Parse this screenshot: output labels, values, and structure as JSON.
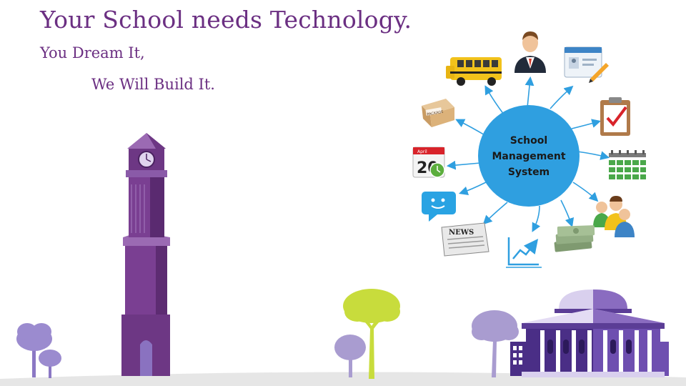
{
  "heading": {
    "title": "Your School needs Technology.",
    "line1": "You Dream It,",
    "line2": "We Will Build It."
  },
  "diagram": {
    "hub_lines": [
      "School",
      "Management",
      "System"
    ],
    "calendar_month": "April",
    "calendar_day": "20",
    "newspaper_label": "NEWS",
    "box_label": "PACKAGE"
  },
  "colors": {
    "brand_purple": "#6b2f82",
    "hub_blue": "#2f9fe0",
    "tree_green": "#c8dc3c",
    "tree_lilac": "#a99cd0"
  },
  "icons": [
    "school-bus-icon",
    "user-icon",
    "id-card-icon",
    "checklist-icon",
    "attendance-icon",
    "people-icon",
    "money-icon",
    "chart-icon",
    "newspaper-icon",
    "chat-icon",
    "calendar-icon",
    "package-icon"
  ]
}
